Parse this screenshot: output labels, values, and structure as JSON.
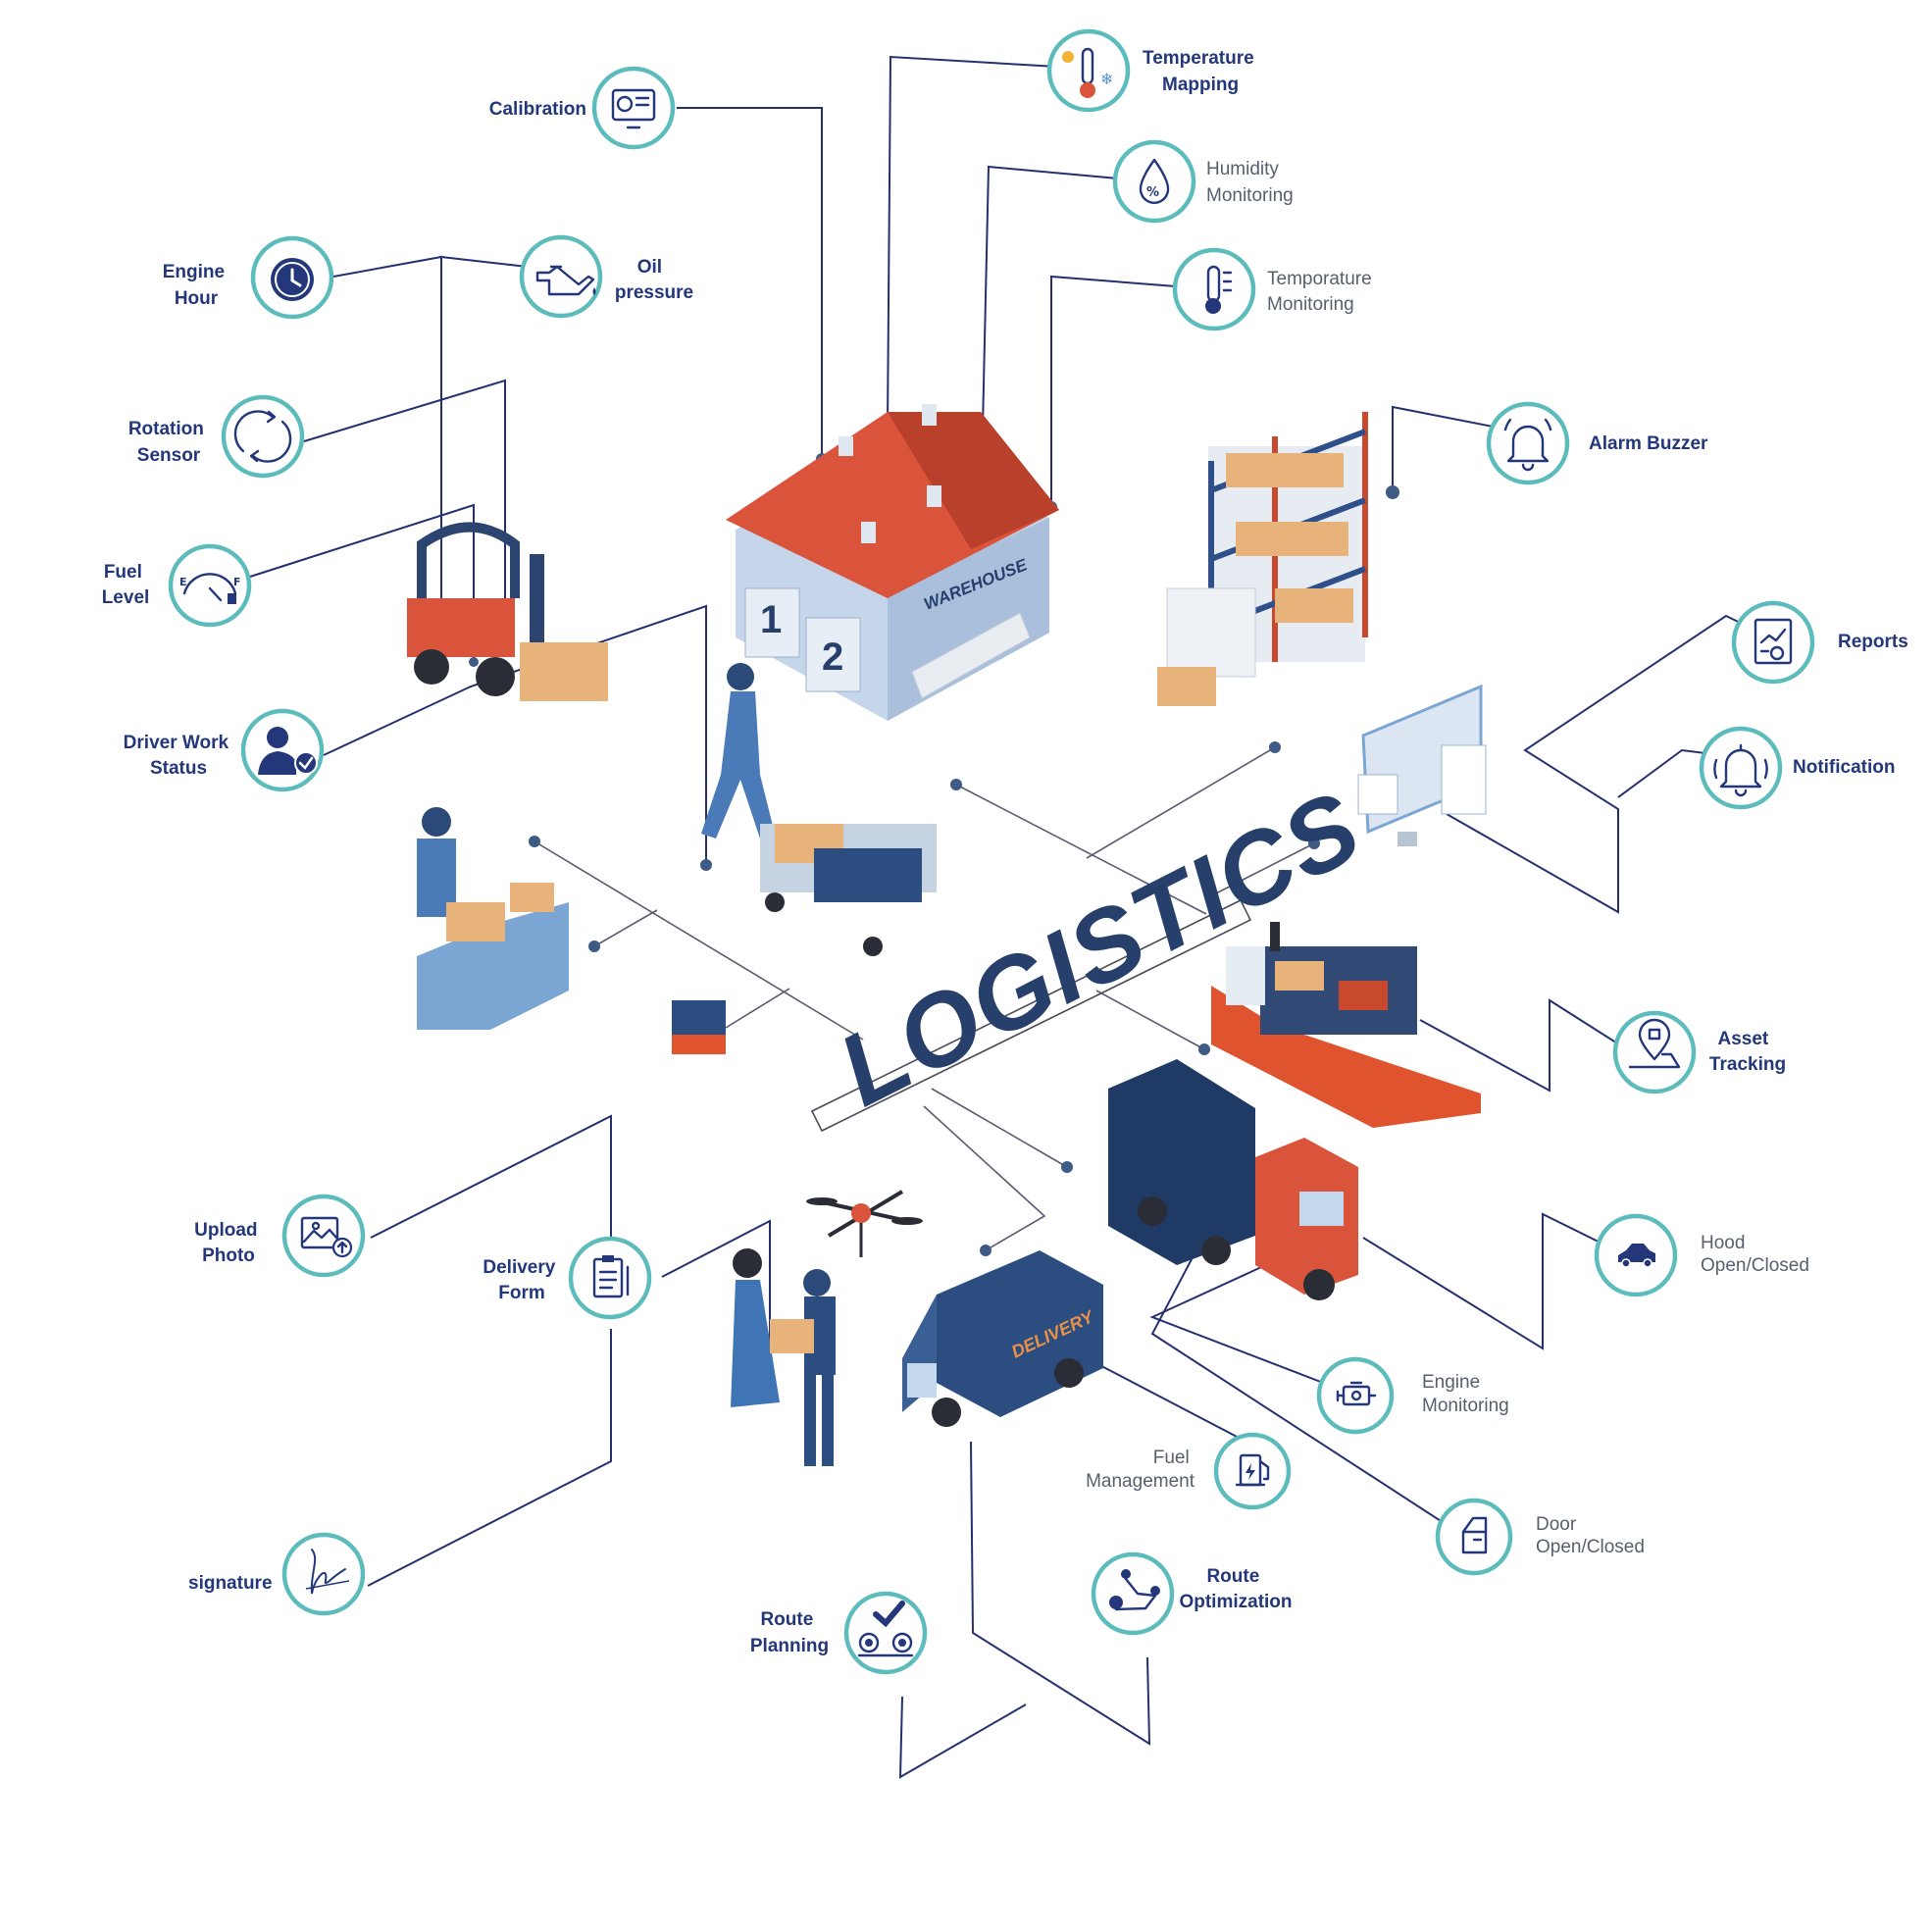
{
  "center": {
    "title": "LOGISTICS"
  },
  "warehouse": {
    "sign": "WAREHOUSE",
    "door_1": "1",
    "door_2": "2"
  },
  "van": {
    "sign": "DELIVERY"
  },
  "features": [
    {
      "key": "calibration",
      "lines": [
        "Calibration"
      ],
      "icon": "calibration-monitor-icon",
      "style": "bold"
    },
    {
      "key": "temperature-mapping",
      "lines": [
        "Temperature",
        "Mapping"
      ],
      "icon": "thermometer-sun-snow-icon",
      "style": "bold"
    },
    {
      "key": "humidity-monitoring",
      "lines": [
        "Humidity",
        "Monitoring"
      ],
      "icon": "humidity-drop-icon",
      "style": "gray"
    },
    {
      "key": "temperature-monitoring",
      "lines": [
        "Temporature",
        "Monitoring"
      ],
      "icon": "thermometer-icon",
      "style": "gray"
    },
    {
      "key": "engine-hour",
      "lines": [
        "Engine",
        "Hour"
      ],
      "icon": "clock-icon",
      "style": "bold"
    },
    {
      "key": "oil-pressure",
      "lines": [
        "Oil",
        "pressure"
      ],
      "icon": "oil-can-icon",
      "style": "bold"
    },
    {
      "key": "rotation-sensor",
      "lines": [
        "Rotation",
        "Sensor"
      ],
      "icon": "rotation-arrows-icon",
      "style": "bold"
    },
    {
      "key": "fuel-level",
      "lines": [
        "Fuel",
        "Level"
      ],
      "icon": "fuel-gauge-icon",
      "style": "bold"
    },
    {
      "key": "driver-work-status",
      "lines": [
        "Driver Work",
        "Status"
      ],
      "icon": "driver-check-icon",
      "style": "bold"
    },
    {
      "key": "alarm-buzzer",
      "lines": [
        "Alarm Buzzer"
      ],
      "icon": "alarm-bell-icon",
      "style": "bold"
    },
    {
      "key": "reports",
      "lines": [
        "Reports"
      ],
      "icon": "report-chart-icon",
      "style": "bold"
    },
    {
      "key": "notification",
      "lines": [
        "Notification"
      ],
      "icon": "notification-bell-icon",
      "style": "bold"
    },
    {
      "key": "asset-tracking",
      "lines": [
        "Asset",
        "Tracking"
      ],
      "icon": "asset-location-icon",
      "style": "bold"
    },
    {
      "key": "hood-open-closed",
      "lines": [
        "Hood",
        "Open/Closed"
      ],
      "icon": "car-hood-icon",
      "style": "gray"
    },
    {
      "key": "engine-monitoring",
      "lines": [
        "Engine",
        "Monitoring"
      ],
      "icon": "engine-icon",
      "style": "gray"
    },
    {
      "key": "fuel-management",
      "lines": [
        "Fuel",
        "Management"
      ],
      "icon": "fuel-pump-icon",
      "style": "gray"
    },
    {
      "key": "door-open-closed",
      "lines": [
        "Door",
        "Open/Closed"
      ],
      "icon": "car-door-icon",
      "style": "gray"
    },
    {
      "key": "route-optimization",
      "lines": [
        "Route",
        "Optimization"
      ],
      "icon": "route-pins-icon",
      "style": "bold"
    },
    {
      "key": "route-planning",
      "lines": [
        "Route",
        "Planning"
      ],
      "icon": "route-check-icon",
      "style": "bold"
    },
    {
      "key": "upload-photo",
      "lines": [
        "Upload",
        "Photo"
      ],
      "icon": "upload-photo-icon",
      "style": "bold"
    },
    {
      "key": "delivery-form",
      "lines": [
        "Delivery",
        "Form"
      ],
      "icon": "clipboard-form-icon",
      "style": "bold"
    },
    {
      "key": "signature",
      "lines": [
        "signature"
      ],
      "icon": "signature-icon",
      "style": "bold"
    }
  ],
  "colors": {
    "ring": "#5cbcbb",
    "label": "#23377a",
    "connector": "#26306e",
    "accent_orange": "#e0532f",
    "accent_blue": "#3b5f97"
  }
}
